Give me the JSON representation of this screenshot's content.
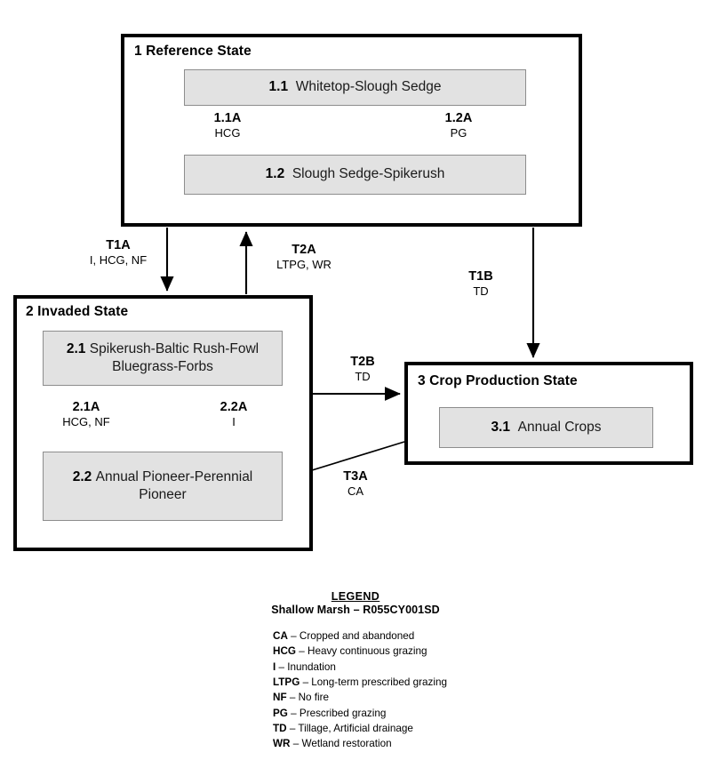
{
  "diagram": {
    "states": [
      {
        "id": "state-1",
        "title": "1 Reference State",
        "phases": [
          {
            "id": "1.1",
            "num": "1.1",
            "name": "Whitetop-Slough Sedge"
          },
          {
            "id": "1.2",
            "num": "1.2",
            "name": "Slough Sedge-Spikerush"
          }
        ]
      },
      {
        "id": "state-2",
        "title": "2 Invaded State",
        "phases": [
          {
            "id": "2.1",
            "num": "2.1",
            "name": "Spikerush-Baltic Rush-Fowl Bluegrass-Forbs"
          },
          {
            "id": "2.2",
            "num": "2.2",
            "name": "Annual Pioneer-Perennial Pioneer"
          }
        ]
      },
      {
        "id": "state-3",
        "title": "3 Crop Production State",
        "phases": [
          {
            "id": "3.1",
            "num": "3.1",
            "name": "Annual Crops"
          }
        ]
      }
    ],
    "transitions": [
      {
        "id": "1.1A",
        "code": "1.1A",
        "drivers": "HCG"
      },
      {
        "id": "1.2A",
        "code": "1.2A",
        "drivers": "PG"
      },
      {
        "id": "2.1A",
        "code": "2.1A",
        "drivers": "HCG, NF"
      },
      {
        "id": "2.2A",
        "code": "2.2A",
        "drivers": "I"
      },
      {
        "id": "T1A",
        "code": "T1A",
        "drivers": "I, HCG, NF"
      },
      {
        "id": "T2A",
        "code": "T2A",
        "drivers": "LTPG, WR"
      },
      {
        "id": "T1B",
        "code": "T1B",
        "drivers": "TD"
      },
      {
        "id": "T2B",
        "code": "T2B",
        "drivers": "TD"
      },
      {
        "id": "T3A",
        "code": "T3A",
        "drivers": "CA"
      }
    ]
  },
  "legend": {
    "title": "LEGEND",
    "subtitle": "Shallow Marsh – R055CY001SD",
    "entries": [
      {
        "abbr": "CA",
        "def": "– Cropped and abandoned"
      },
      {
        "abbr": "HCG",
        "def": "– Heavy continuous grazing"
      },
      {
        "abbr": "I",
        "def": "– Inundation"
      },
      {
        "abbr": "LTPG",
        "def": "– Long-term prescribed grazing"
      },
      {
        "abbr": "NF",
        "def": "– No  fire"
      },
      {
        "abbr": "PG",
        "def": "– Prescribed grazing"
      },
      {
        "abbr": "TD",
        "def": "– Tillage,  Artificial drainage"
      },
      {
        "abbr": "WR",
        "def": "– Wetland restoration"
      }
    ]
  },
  "colors": {
    "phase_fill": "#e2e2e2",
    "phase_border": "#8d8d8d",
    "state_border": "#000000",
    "background": "#ffffff",
    "text": "#000000"
  }
}
